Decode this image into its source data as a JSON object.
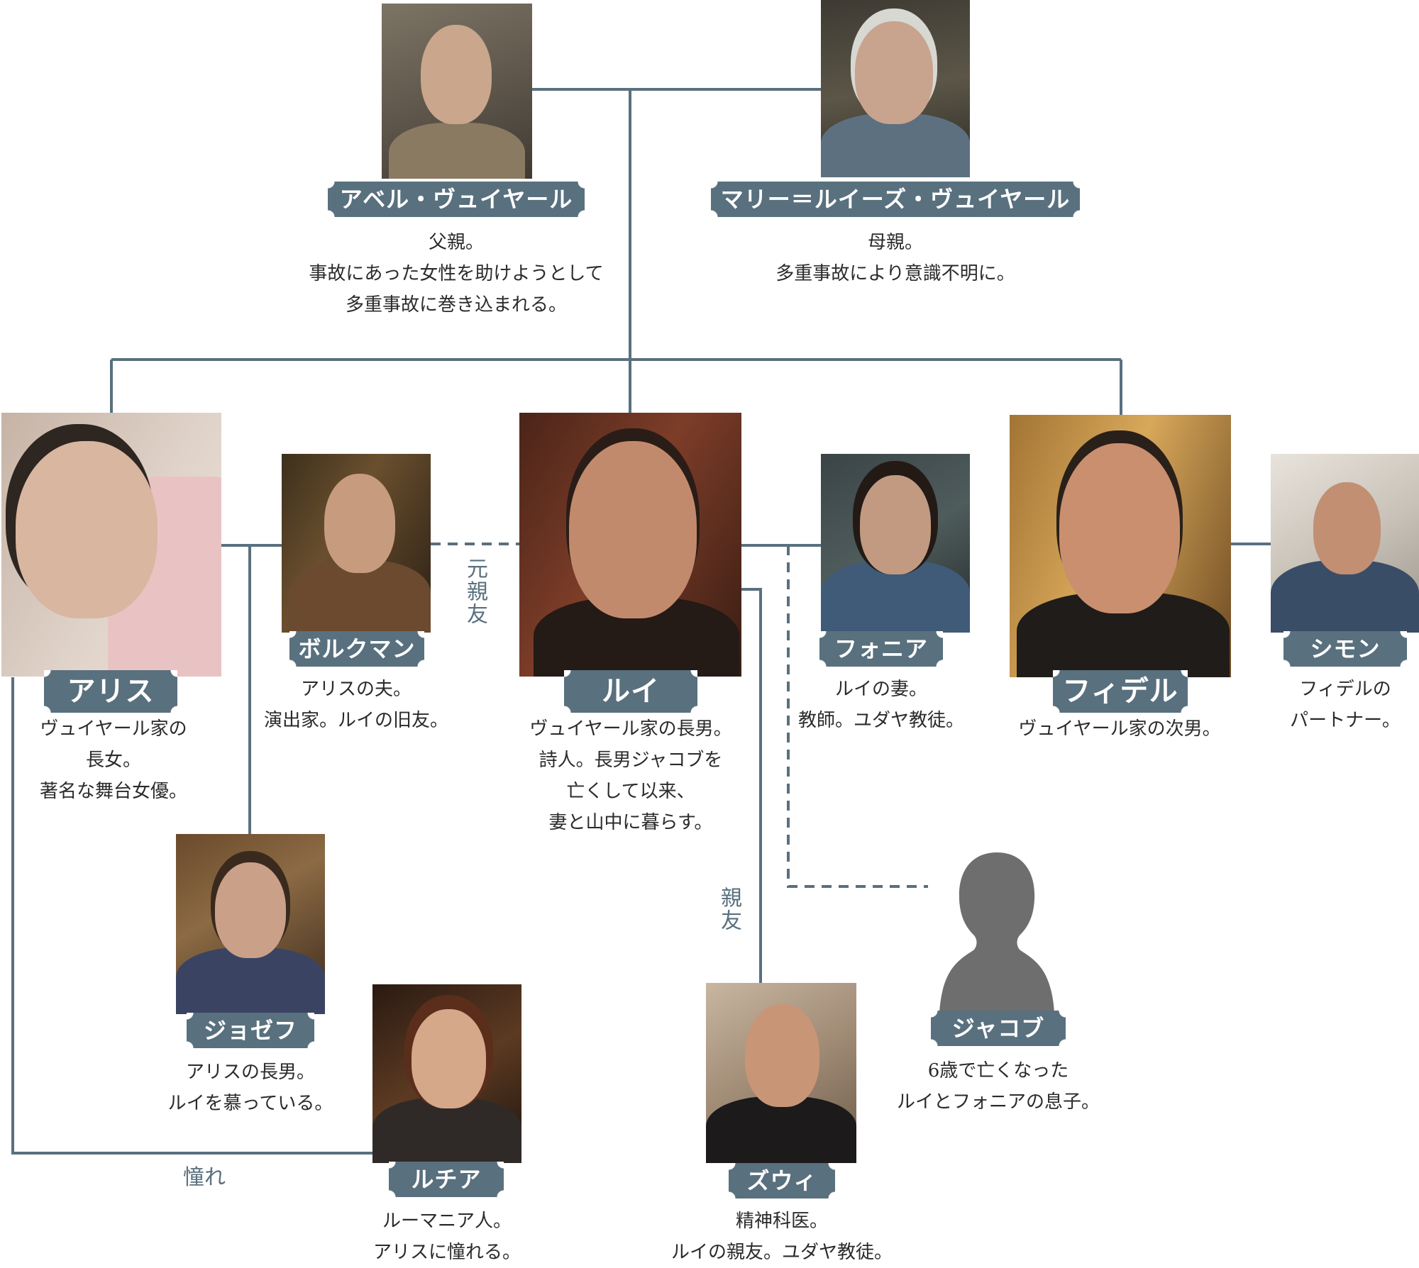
{
  "colors": {
    "line": "#59707e",
    "tag": "#59707e",
    "relation_text": "#59707e"
  },
  "people": {
    "abel": {
      "name": "アベル・ヴュイヤール",
      "desc": [
        "父親。",
        "事故にあった女性を助けようとして",
        "多重事故に巻き込まれる。"
      ]
    },
    "marie": {
      "name": "マリー＝ルイーズ・ヴュイヤール",
      "desc": [
        "母親。",
        "多重事故により意識不明に。"
      ]
    },
    "alice": {
      "name": "アリス",
      "desc": [
        "ヴュイヤール家の",
        "長女。",
        "著名な舞台女優。"
      ]
    },
    "borkman": {
      "name": "ボルクマン",
      "desc": [
        "アリスの夫。",
        "演出家。ルイの旧友。"
      ]
    },
    "louis": {
      "name": "ルイ",
      "desc": [
        "ヴュイヤール家の長男。",
        "詩人。長男ジャコブを",
        "亡くして以来、",
        "妻と山中に暮らす。"
      ]
    },
    "faunia": {
      "name": "フォニア",
      "desc": [
        "ルイの妻。",
        "教師。ユダヤ教徒。"
      ]
    },
    "fidel": {
      "name": "フィデル",
      "desc": [
        "ヴュイヤール家の次男。"
      ]
    },
    "simon": {
      "name": "シモン",
      "desc": [
        "フィデルの",
        "パートナー。"
      ]
    },
    "joseph": {
      "name": "ジョゼフ",
      "desc": [
        "アリスの長男。",
        "ルイを慕っている。"
      ]
    },
    "lucia": {
      "name": "ルチア",
      "desc": [
        "ルーマニア人。",
        "アリスに憧れる。"
      ]
    },
    "zwy": {
      "name": "ズウィ",
      "desc": [
        "精神科医。",
        "ルイの親友。ユダヤ教徒。"
      ]
    },
    "jacob": {
      "name": "ジャコブ",
      "desc": [
        "6歳で亡くなった",
        "ルイとフォニアの息子。"
      ]
    }
  },
  "relations": {
    "former_friend": "元親友",
    "close_friend": "親友",
    "admiration": "憧れ"
  }
}
